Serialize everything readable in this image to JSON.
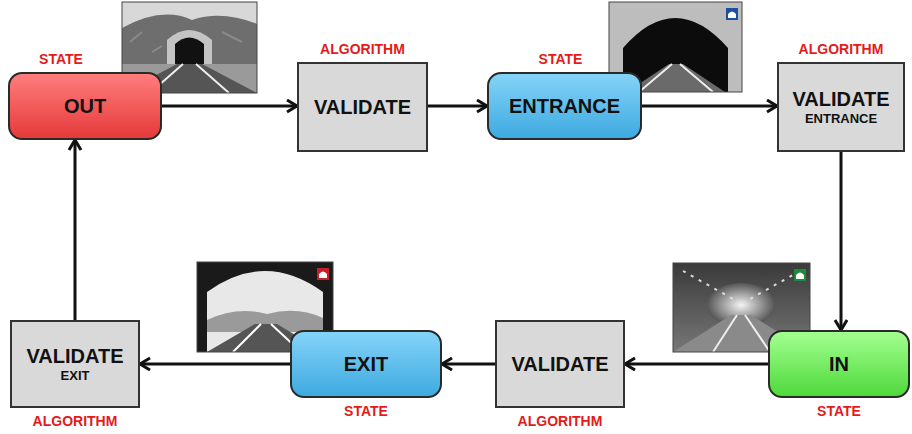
{
  "diagram": {
    "nodes": [
      {
        "text": [
          "STATE",
          "OUT"
        ]
      },
      {
        "text": [
          "ALGORITHM",
          "VALIDATE"
        ]
      },
      {
        "text": [
          "STATE",
          "ENTRANCE"
        ]
      },
      {
        "text": [
          "ALGORITHM",
          "VALIDATE",
          "ENTRANCE"
        ]
      },
      {
        "text": [
          "IN",
          "STATE"
        ]
      },
      {
        "text": [
          "VALIDATE",
          "ALGORITHM"
        ]
      },
      {
        "text": [
          "EXIT",
          "STATE"
        ]
      },
      {
        "text": [
          "VALIDATE",
          "EXIT",
          "ALGORITHM"
        ]
      }
    ],
    "edges": [
      {
        "from": 0,
        "to": 1,
        "arrow": "to"
      },
      {
        "from": 1,
        "to": 2,
        "arrow": "to"
      },
      {
        "from": 2,
        "to": 3,
        "arrow": "to"
      },
      {
        "from": 3,
        "to": 4,
        "arrow": "to"
      },
      {
        "from": 4,
        "to": 5,
        "arrow": "to"
      },
      {
        "from": 5,
        "to": 6,
        "arrow": "to"
      },
      {
        "from": 6,
        "to": 7,
        "arrow": "to"
      },
      {
        "from": 7,
        "to": 0,
        "arrow": "to"
      }
    ]
  }
}
